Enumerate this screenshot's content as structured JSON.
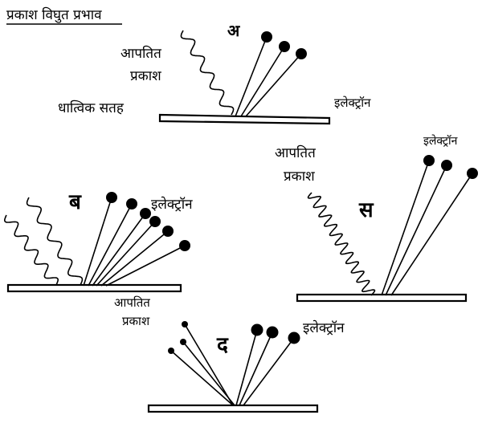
{
  "title": "प्रकाश विघुत प्रभाव",
  "panels": {
    "a": {
      "letter": "अ",
      "incident_line1": "आपतित",
      "incident_line2": "प्रकाश",
      "surface": "धात्विक सतह",
      "electron": "इलेक्ट्रॉन"
    },
    "b": {
      "letter": "ब",
      "electron": "इलेक्ट्रॉन"
    },
    "c": {
      "letter": "स",
      "incident_line1": "आपतित",
      "incident_line2": "प्रकाश",
      "electron": "इलेक्ट्रॉन"
    },
    "d": {
      "letter": "द",
      "incident_line1": "आपतित",
      "incident_line2": "प्रकाश",
      "electron": "इलेक्ट्रॉन"
    }
  }
}
